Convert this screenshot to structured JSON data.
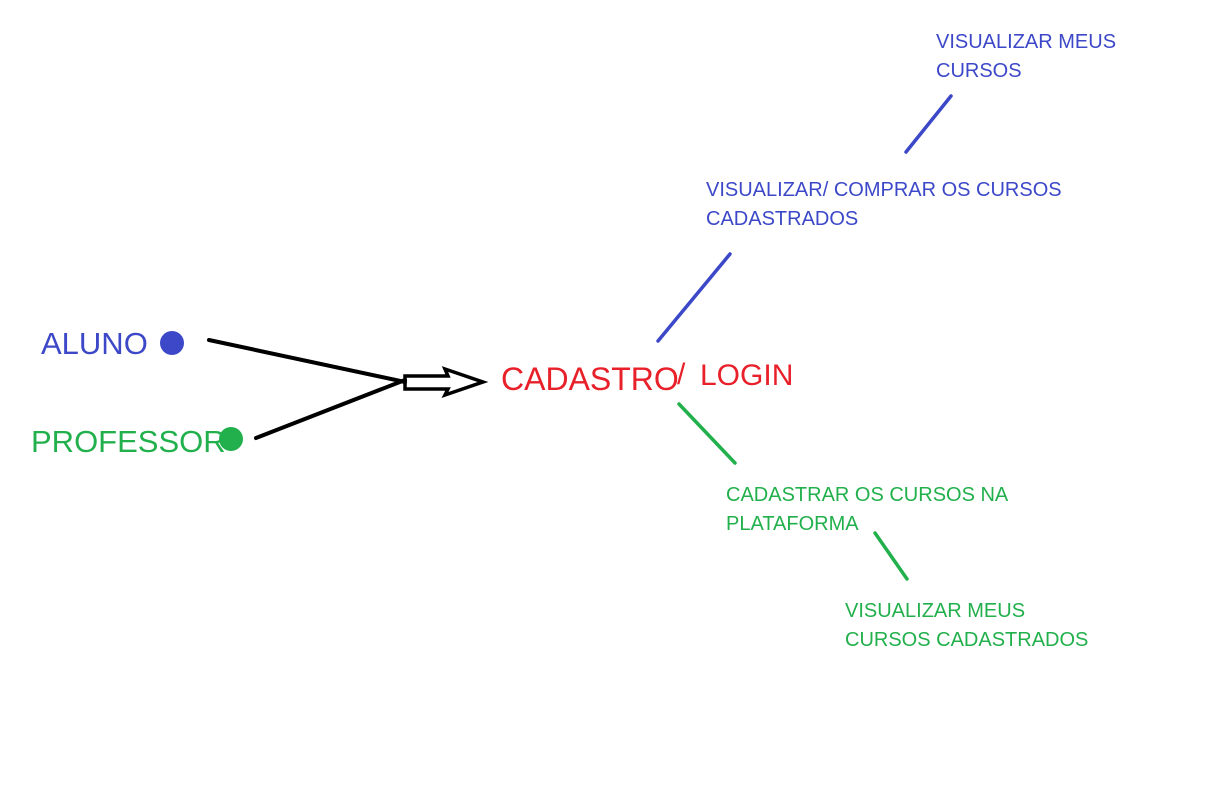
{
  "colors": {
    "student": "#3c48c8",
    "teacher": "#22b04c",
    "center": "#e8202a",
    "arrow": "#000000"
  },
  "actors": {
    "student": {
      "label": "ALUNO"
    },
    "teacher": {
      "label": "PROFESSOR"
    }
  },
  "center": {
    "main": "CADASTRO",
    "slash": "/",
    "sub": "LOGIN"
  },
  "student_branch": {
    "step1_line1": "VISUALIZAR/ COMPRAR OS CURSOS",
    "step1_line2": "CADASTRADOS",
    "step2_line1": "VISUALIZAR MEUS",
    "step2_line2": "CURSOS"
  },
  "teacher_branch": {
    "step1_line1": "CADASTRAR OS CURSOS NA",
    "step1_line2": "PLATAFORMA",
    "step2_line1": "VISUALIZAR MEUS",
    "step2_line2": "CURSOS CADASTRADOS"
  }
}
